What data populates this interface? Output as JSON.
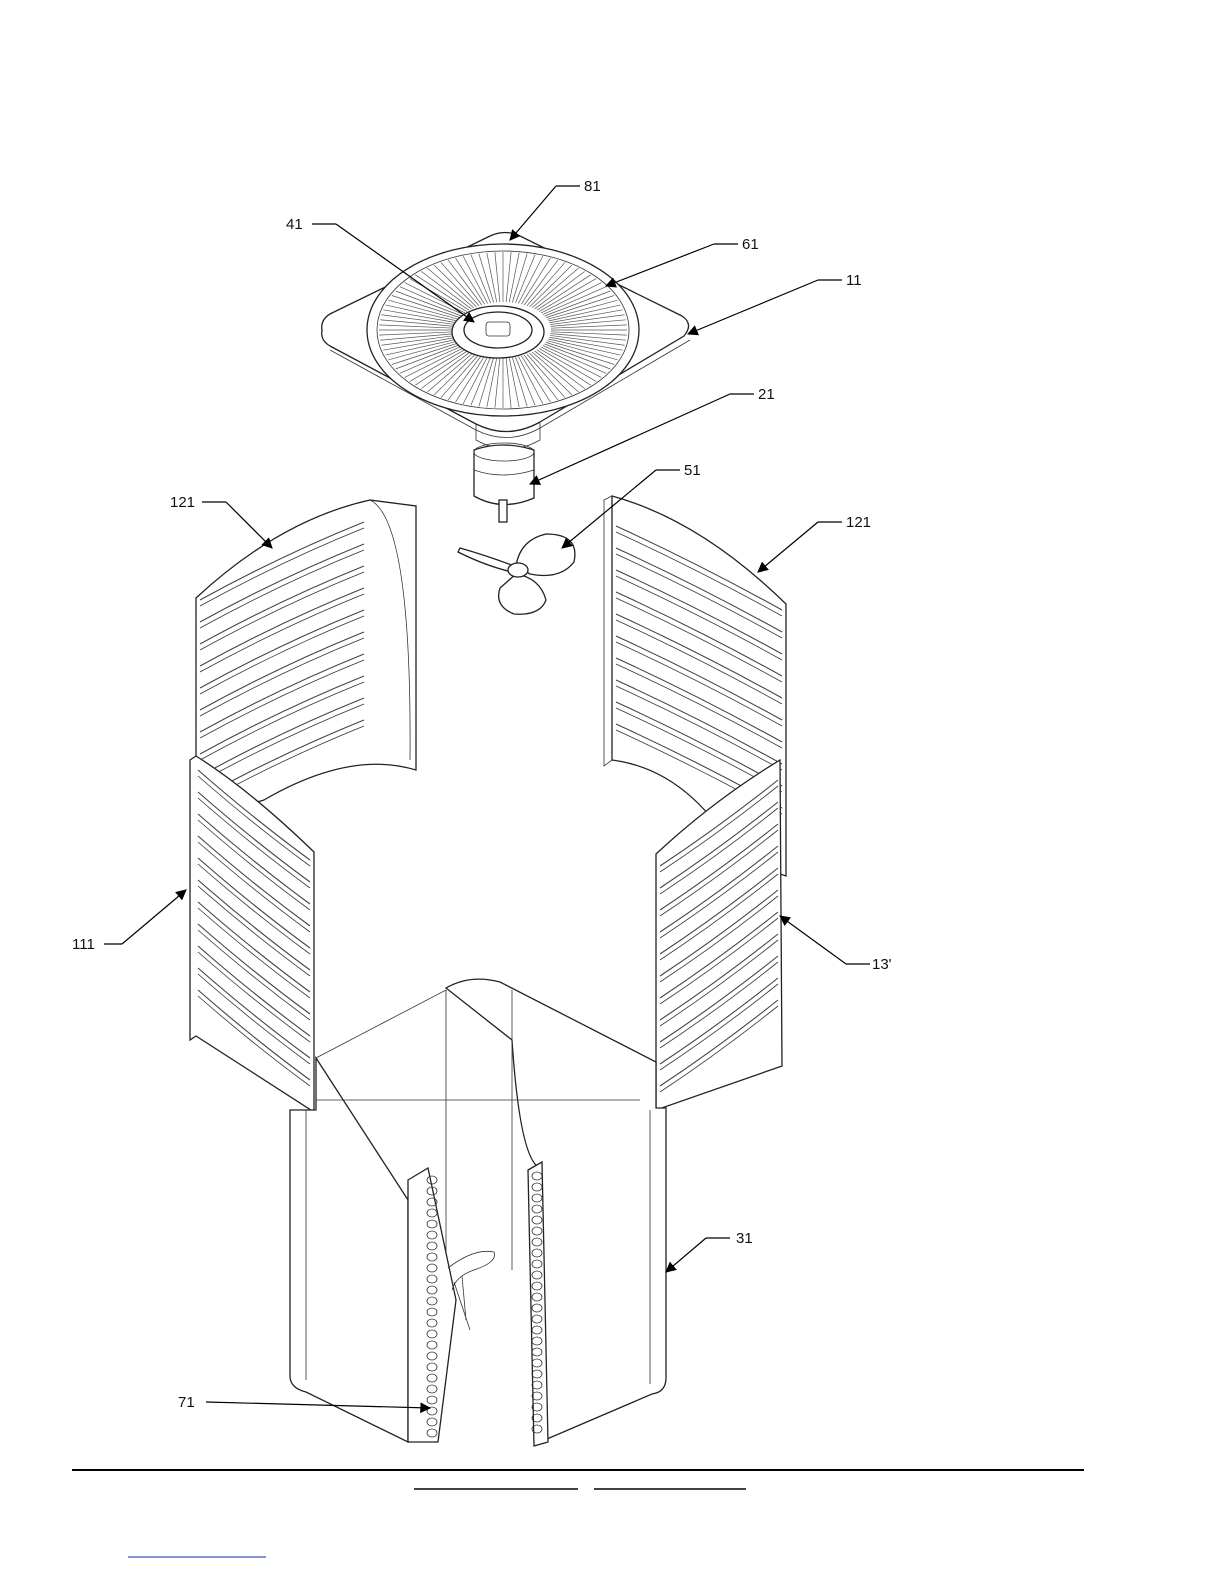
{
  "callouts": [
    {
      "id": "81",
      "label": "81"
    },
    {
      "id": "41",
      "label": "41"
    },
    {
      "id": "61",
      "label": "61"
    },
    {
      "id": "11",
      "label": "11"
    },
    {
      "id": "21",
      "label": "21"
    },
    {
      "id": "51",
      "label": "51"
    },
    {
      "id": "121-left",
      "label": "121"
    },
    {
      "id": "121-right",
      "label": "121"
    },
    {
      "id": "111",
      "label": "111"
    },
    {
      "id": "131",
      "label": "13'"
    },
    {
      "id": "31",
      "label": "31"
    },
    {
      "id": "71",
      "label": "71"
    }
  ]
}
